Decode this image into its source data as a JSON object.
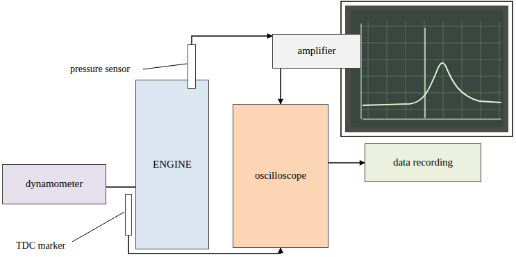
{
  "diagram": {
    "nodes": [
      {
        "text": [
          "pressure sensor"
        ]
      },
      {
        "text": [
          "amplifier"
        ]
      },
      {
        "text": [
          "ENGINE"
        ]
      },
      {
        "text": [
          "oscilloscope"
        ]
      },
      {
        "text": [
          "data recording"
        ]
      },
      {
        "text": [
          "dynamometer"
        ]
      },
      {
        "text": [
          "TDC marker"
        ]
      }
    ],
    "edges": [
      {
        "from": 0,
        "to": 1,
        "arrow": "to"
      },
      {
        "from": 1,
        "to": 3,
        "arrow": "to"
      },
      {
        "from": 5,
        "to": 2,
        "arrow": "none"
      },
      {
        "from": 3,
        "to": 4,
        "arrow": "to"
      },
      {
        "from": 6,
        "to": 3,
        "arrow": "to"
      }
    ]
  }
}
